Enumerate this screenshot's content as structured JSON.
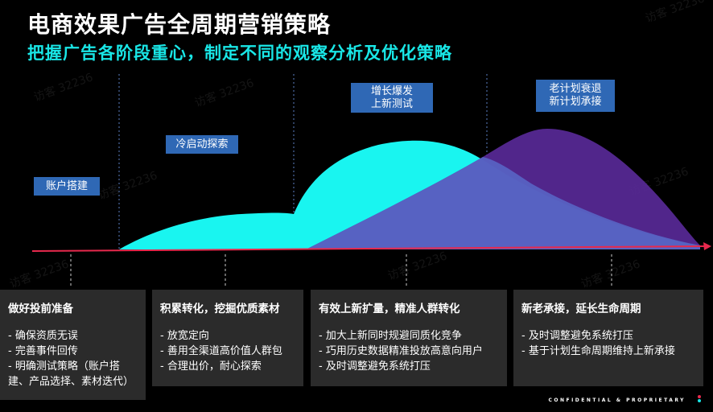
{
  "title": "电商效果广告全周期营销策略",
  "subtitle": "把握广告各阶段重心，制定不同的观察分析及优化策略",
  "stage_labels": {
    "account": "账户搭建",
    "cold_start": "冷启动探索",
    "growth_line1": "增长爆发",
    "growth_line2": "上新测试",
    "decline_line1": "老计划衰退",
    "decline_line2": "新计划承接"
  },
  "panels": [
    {
      "title": "做好投前准备",
      "items": [
        "- 确保资质无误",
        "- 完善事件回传",
        "- 明确测试策略（账户搭",
        "建、产品选择、素材迭代）"
      ]
    },
    {
      "title": "积累转化，挖掘优质素材",
      "items": [
        "- 放宽定向",
        "- 善用全渠道高价值人群包",
        "- 合理出价，耐心探索"
      ]
    },
    {
      "title": "有效上新扩量，精准人群转化",
      "items": [
        "- 加大上新同时规避同质化竞争",
        "- 巧用历史数据精准投放高意向用户",
        "- 及时调整避免系统打压"
      ]
    },
    {
      "title": "新老承接，延长生命周期",
      "items": [
        "- 及时调整避免系统打压",
        "- 基于计划生命周期维持上新承接"
      ]
    }
  ],
  "watermark": "访客 32236",
  "footer": "CONFIDENTIAL & PROPRIETARY",
  "colors": {
    "background": "#000000",
    "subtitle": "#19e6e6",
    "cyan_curve": "#19f5f0",
    "purple_curve": "#5a2a9a",
    "axis": "#e8294d",
    "label_bg": "#2f68b5",
    "panel_bg": "#2b2b2b"
  }
}
